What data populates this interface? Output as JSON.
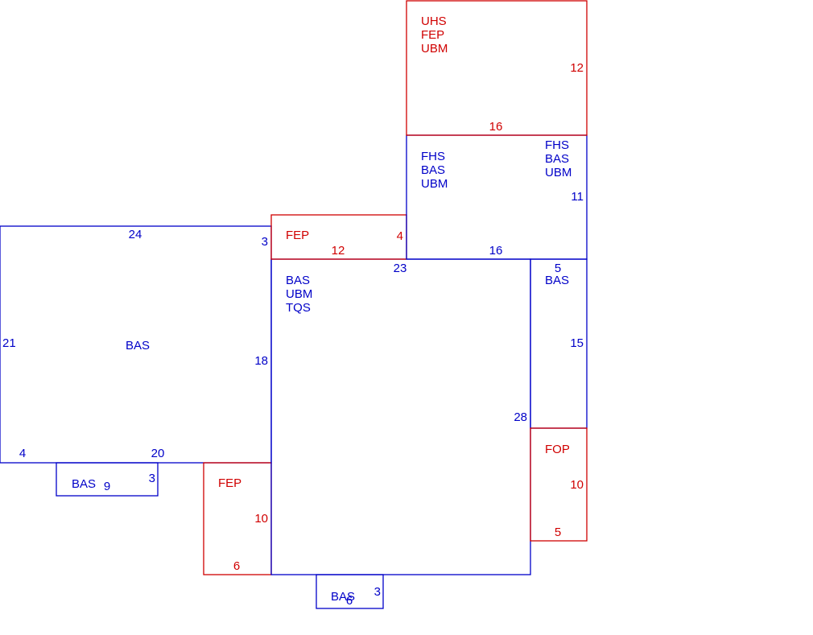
{
  "colors": {
    "blue": "#0000c8",
    "red": "#d00000",
    "background": "#ffffff"
  },
  "areas": {
    "main_left": {
      "color": "blue",
      "codes": [
        "BAS"
      ]
    },
    "main_center": {
      "color": "blue",
      "codes": [
        "BAS",
        "UBM",
        "TQS"
      ]
    },
    "upper_fhs": {
      "color": "blue",
      "codes": [
        "FHS",
        "BAS",
        "UBM"
      ],
      "codes_right": [
        "FHS",
        "BAS",
        "UBM"
      ]
    },
    "top_uhs": {
      "color": "red",
      "codes": [
        "UHS",
        "FEP",
        "UBM"
      ]
    },
    "porch_top": {
      "color": "red",
      "codes": [
        "FEP"
      ]
    },
    "right_strip": {
      "color": "blue",
      "codes": [
        "BAS"
      ]
    },
    "right_fop": {
      "color": "red",
      "codes": [
        "FOP"
      ]
    },
    "porch_bottom": {
      "color": "red",
      "codes": [
        "FEP"
      ]
    },
    "small_left": {
      "color": "blue",
      "codes": [
        "BAS"
      ]
    },
    "small_bottom": {
      "color": "blue",
      "codes": [
        "BAS"
      ]
    }
  },
  "dimensions": {
    "main_left_top": "24",
    "main_left_left": "21",
    "main_left_right_upper": "3",
    "main_left_right": "18",
    "main_left_bottom_left": "4",
    "main_left_bottom": "20",
    "small_left_bottom": "9",
    "small_left_right": "3",
    "porch_top_right": "4",
    "porch_top_bottom": "12",
    "main_center_top": "23",
    "main_center_right": "28",
    "top_uhs_right": "12",
    "top_uhs_bottom": "16",
    "upper_fhs_right": "11",
    "upper_fhs_bottom": "16",
    "right_strip_top": "5",
    "right_strip_right": "15",
    "right_fop_right": "10",
    "right_fop_bottom": "5",
    "porch_bottom_right": "10",
    "porch_bottom_bottom": "6",
    "small_bottom_bottom": "6",
    "small_bottom_right": "3"
  }
}
